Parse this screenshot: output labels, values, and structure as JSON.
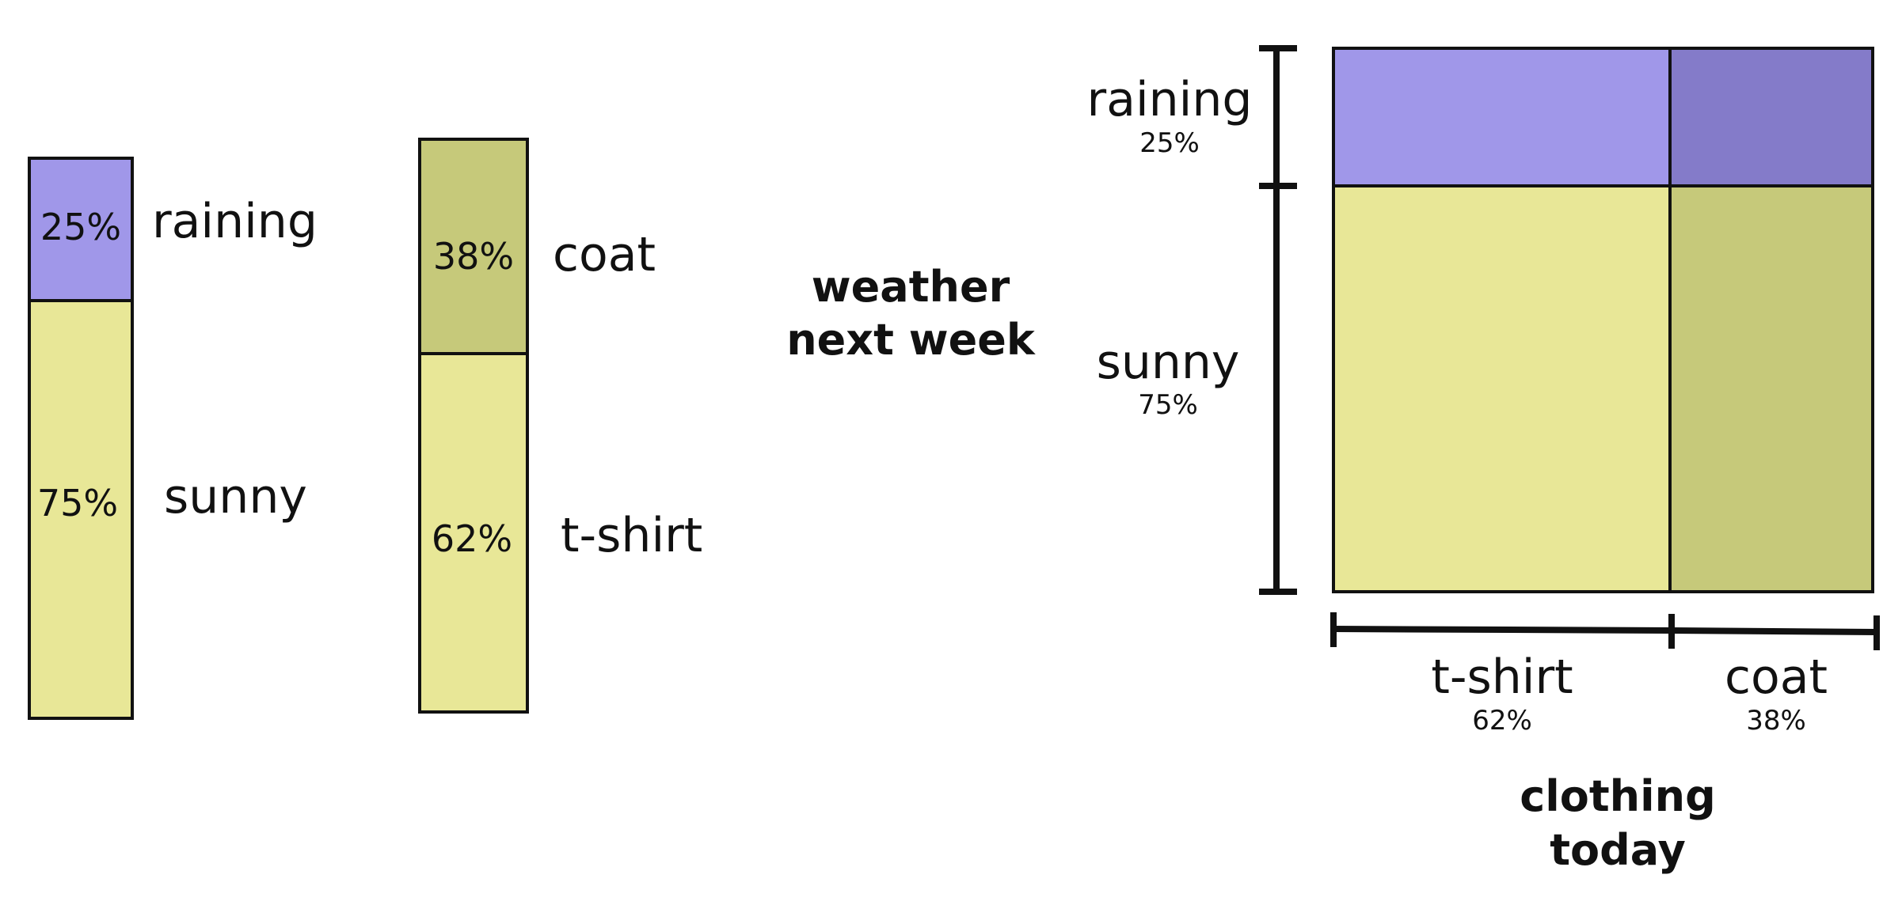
{
  "colors": {
    "raining": "#a097e9",
    "raining_coat": "#847bc9",
    "sunny": "#e8e797",
    "coat": "#c6c97a",
    "outline": "#111111"
  },
  "weather_bar": {
    "segments": [
      {
        "name": "raining",
        "pct_label": "25%",
        "label": "raining",
        "value": 0.25
      },
      {
        "name": "sunny",
        "pct_label": "75%",
        "label": "sunny",
        "value": 0.75
      }
    ]
  },
  "clothing_bar": {
    "segments": [
      {
        "name": "coat",
        "pct_label": "38%",
        "label": "coat",
        "value": 0.38
      },
      {
        "name": "t-shirt",
        "pct_label": "62%",
        "label": "t-shirt",
        "value": 0.62
      }
    ]
  },
  "mosaic": {
    "y_title_line1": "weather",
    "y_title_line2": "next week",
    "x_title_line1": "clothing",
    "x_title_line2": "today",
    "rows": [
      {
        "label": "raining",
        "pct": "25%",
        "value": 0.25
      },
      {
        "label": "sunny",
        "pct": "75%",
        "value": 0.75
      }
    ],
    "cols": [
      {
        "label": "t-shirt",
        "pct": "62%",
        "value": 0.62
      },
      {
        "label": "coat",
        "pct": "38%",
        "value": 0.38
      }
    ]
  }
}
